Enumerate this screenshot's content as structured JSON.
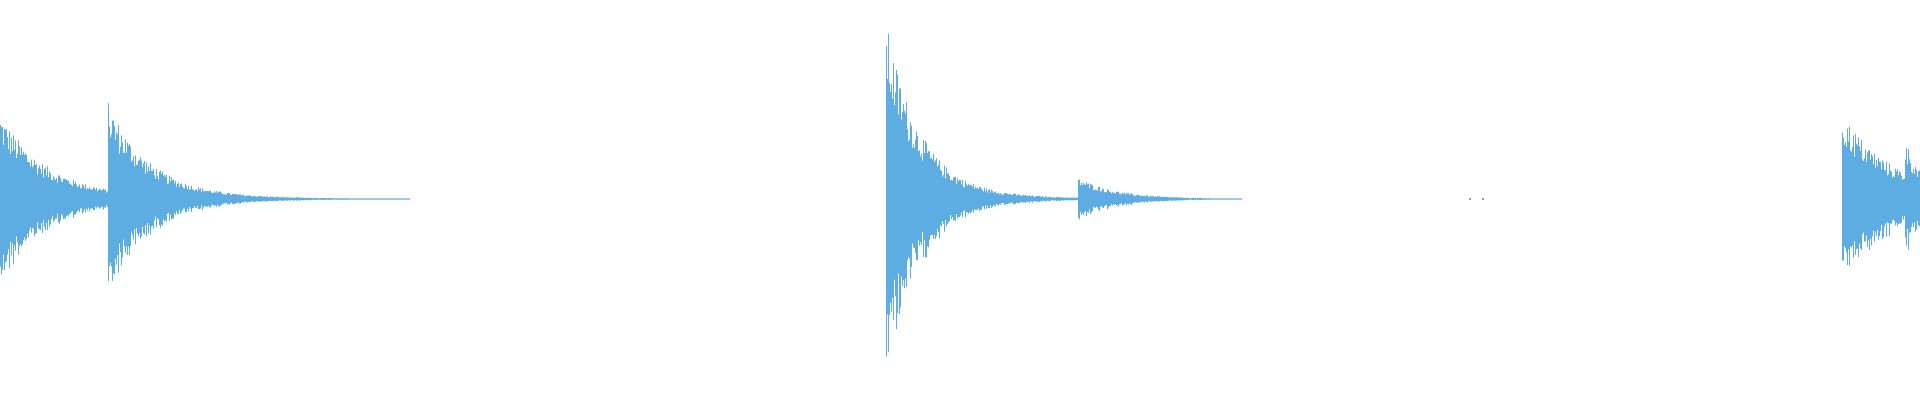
{
  "waveform": {
    "color": "#5dade2",
    "background": "#ffffff",
    "transients": [
      {
        "time": 0.0,
        "peak": 0.4,
        "decay": 0.025
      },
      {
        "time": 0.0135,
        "peak": 0.07,
        "decay": 0.01
      },
      {
        "time": 0.0565,
        "peak": 0.45,
        "decay": 0.022
      },
      {
        "time": 0.4615,
        "peak": 0.82,
        "decay": 0.018
      },
      {
        "time": 0.5615,
        "peak": 0.1,
        "decay": 0.02
      },
      {
        "time": 0.9595,
        "peak": 0.4,
        "decay": 0.028
      },
      {
        "time": 0.992,
        "peak": 0.28,
        "decay": 0.01
      }
    ],
    "sparse_dots": [
      0.496,
      0.527,
      0.533,
      0.544,
      0.552,
      0.591,
      0.599,
      0.606,
      0.613,
      0.6145,
      0.765,
      0.772
    ],
    "amplitude_max": 1.0
  }
}
